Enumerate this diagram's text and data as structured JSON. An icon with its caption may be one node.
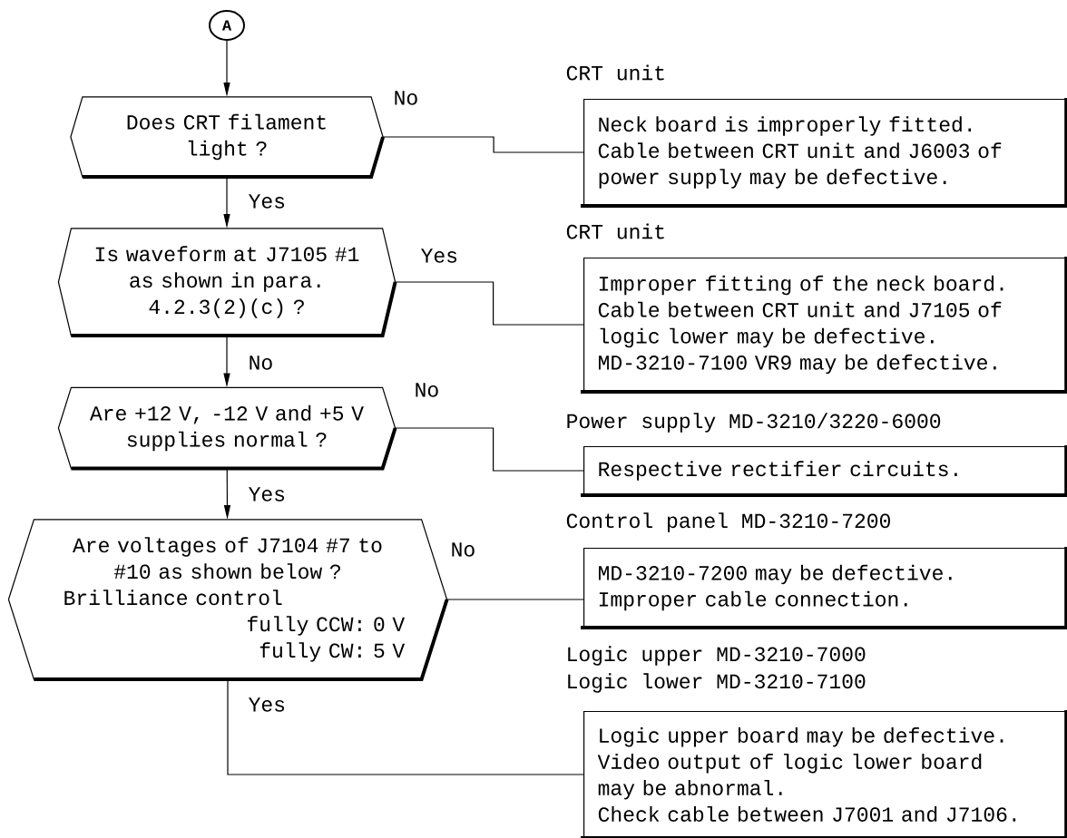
{
  "diagram": {
    "nodes": [
      {
        "text": [
          "A"
        ]
      },
      {
        "text": [
          "Does CRT filament light ?"
        ]
      },
      {
        "text": [
          "Is waveform at J7105 #1 as shown in para. 4.2.3(2)(c) ?"
        ]
      },
      {
        "text": [
          "Are +12 V, -12 V and +5 V supplies normal ?"
        ]
      },
      {
        "text": [
          "Are voltages of J7104 #7 to #10 as shown below ?",
          "Brilliance control",
          "fully CCW: 0 V",
          "fully CW: 5 V"
        ]
      },
      {
        "text": [
          "Neck board is improperly fitted.",
          "Cable between CRT unit and J6003 of power supply may be defective."
        ],
        "beside": [
          "CRT unit"
        ]
      },
      {
        "text": [
          "Improper fitting of the neck board.",
          "Cable between CRT unit and J7105 of logic lower may be defective.",
          "MD-3210-7100 VR9 may be defective."
        ],
        "beside": [
          "CRT unit"
        ]
      },
      {
        "text": [
          "Respective rectifier circuits."
        ],
        "beside": [
          "Power supply MD-3210/3220-6000"
        ]
      },
      {
        "text": [
          "MD-3210-7200 may be defective.",
          "Improper cable connection."
        ],
        "beside": [
          "Control panel MD-3210-7200"
        ]
      },
      {
        "text": [
          "Logic upper board may be defective.",
          "Video output of logic lower board may be abnormal.",
          "Check cable between J7001 and J7106."
        ],
        "beside": [
          "Logic upper MD-3210-7000",
          "Logic lower MD-3210-7100"
        ]
      }
    ],
    "edges": [
      {
        "from": 0,
        "to": 1,
        "arrow": "to"
      },
      {
        "from": 1,
        "to": 2,
        "arrow": "to",
        "label": "Yes"
      },
      {
        "from": 2,
        "to": 3,
        "arrow": "to",
        "label": "No"
      },
      {
        "from": 3,
        "to": 4,
        "arrow": "to",
        "label": "Yes"
      },
      {
        "from": 1,
        "to": 5,
        "arrow": "none",
        "label": "No"
      },
      {
        "from": 2,
        "to": 6,
        "arrow": "none",
        "label": "Yes"
      },
      {
        "from": 3,
        "to": 7,
        "arrow": "none",
        "label": "No"
      },
      {
        "from": 4,
        "to": 8,
        "arrow": "none",
        "label": "No"
      },
      {
        "from": 4,
        "to": 9,
        "arrow": "none",
        "label": "Yes"
      }
    ]
  }
}
